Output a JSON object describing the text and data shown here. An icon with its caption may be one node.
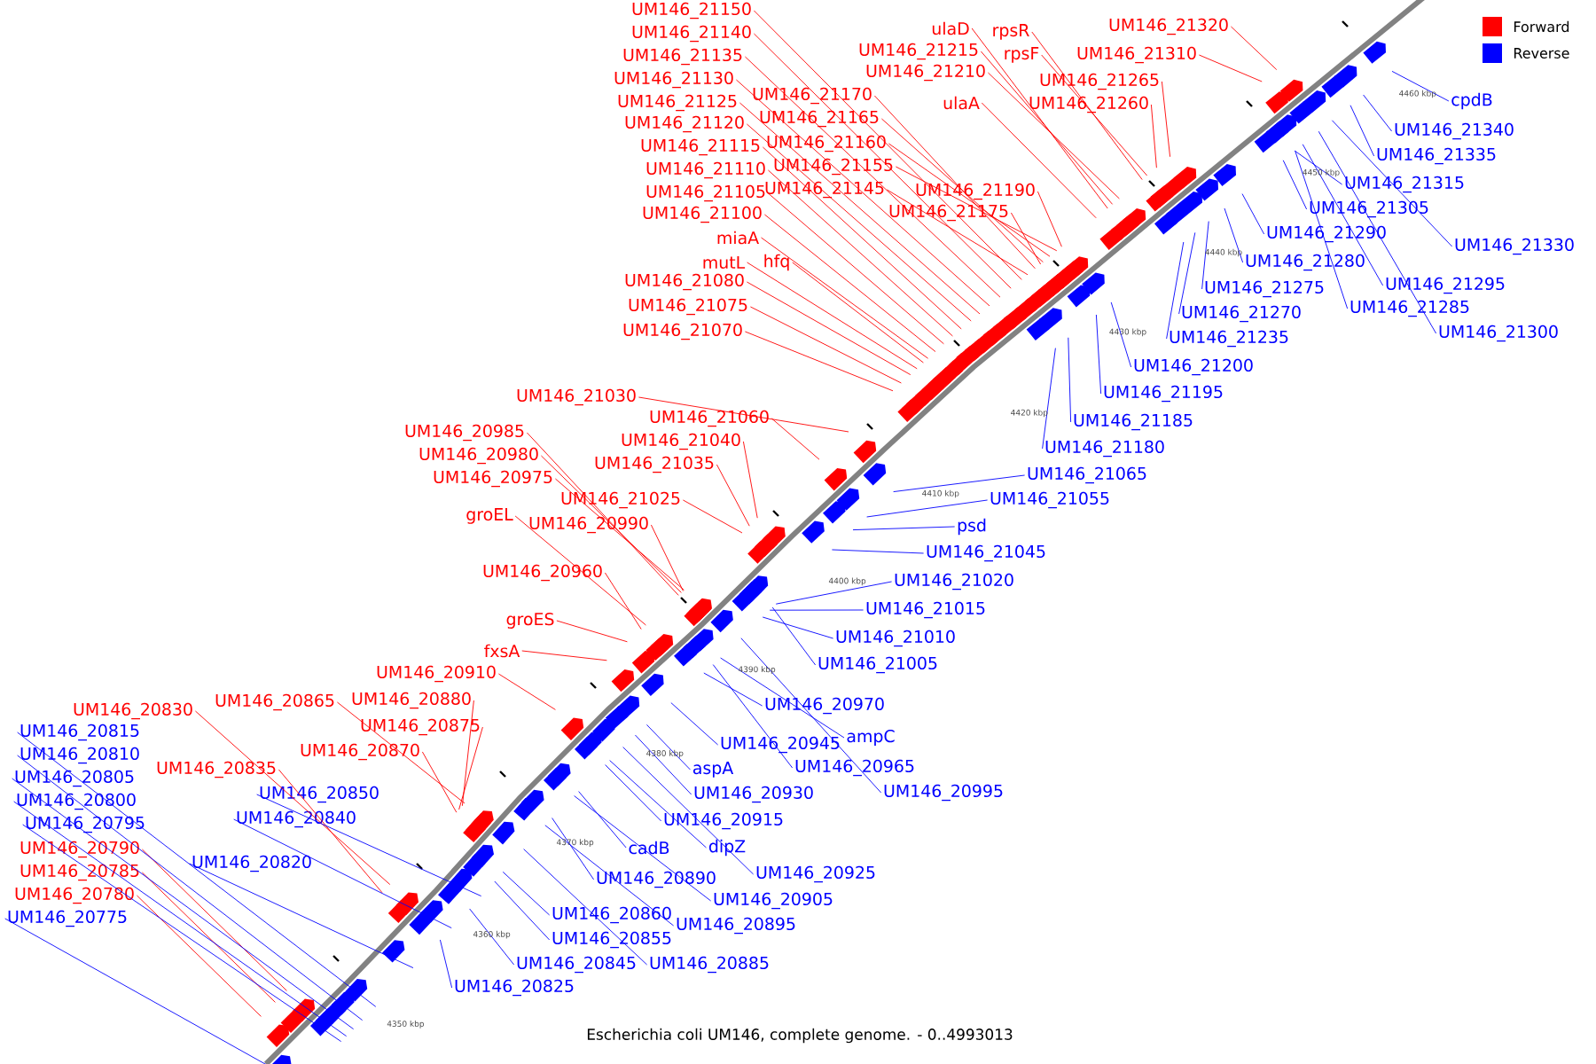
{
  "diagram": {
    "caption": "Escherichia coli UM146, complete genome. - 0..4993013",
    "nodes": [
      {
        "text": [
          "UM146_21150"
        ]
      },
      {
        "text": [
          "UM146_21140"
        ]
      },
      {
        "text": [
          "UM146_21135"
        ]
      },
      {
        "text": [
          "UM146_21130"
        ]
      },
      {
        "text": [
          "UM146_21125"
        ]
      },
      {
        "text": [
          "UM146_21120"
        ]
      },
      {
        "text": [
          "UM146_21115"
        ]
      },
      {
        "text": [
          "UM146_21110"
        ]
      },
      {
        "text": [
          "UM146_21105"
        ]
      },
      {
        "text": [
          "UM146_21100"
        ]
      },
      {
        "text": [
          "miaA"
        ]
      },
      {
        "text": [
          "mutL"
        ]
      },
      {
        "text": [
          "hfq"
        ]
      },
      {
        "text": [
          "UM146_21080"
        ]
      },
      {
        "text": [
          "UM146_21075"
        ]
      },
      {
        "text": [
          "UM146_21070"
        ]
      },
      {
        "text": [
          "UM146_21170"
        ]
      },
      {
        "text": [
          "UM146_21165"
        ]
      },
      {
        "text": [
          "UM146_21160"
        ]
      },
      {
        "text": [
          "UM146_21155"
        ]
      },
      {
        "text": [
          "UM146_21145"
        ]
      },
      {
        "text": [
          "UM146_21190"
        ]
      },
      {
        "text": [
          "UM146_21175"
        ]
      },
      {
        "text": [
          "ulaD"
        ]
      },
      {
        "text": [
          "UM146_21215"
        ]
      },
      {
        "text": [
          "UM146_21210"
        ]
      },
      {
        "text": [
          "ulaA"
        ]
      },
      {
        "text": [
          "rpsR"
        ]
      },
      {
        "text": [
          "rpsF"
        ]
      },
      {
        "text": [
          "UM146_21265"
        ]
      },
      {
        "text": [
          "UM146_21260"
        ]
      },
      {
        "text": [
          "UM146_21320"
        ]
      },
      {
        "text": [
          "UM146_21310"
        ]
      },
      {
        "text": [
          "UM146_21030"
        ]
      },
      {
        "text": [
          "UM146_21060"
        ]
      },
      {
        "text": [
          "UM146_21040"
        ]
      },
      {
        "text": [
          "UM146_21035"
        ]
      },
      {
        "text": [
          "UM146_20985"
        ]
      },
      {
        "text": [
          "UM146_20980"
        ]
      },
      {
        "text": [
          "UM146_20975"
        ]
      },
      {
        "text": [
          "UM146_21025"
        ]
      },
      {
        "text": [
          "groEL"
        ]
      },
      {
        "text": [
          "UM146_20990"
        ]
      },
      {
        "text": [
          "UM146_20960"
        ]
      },
      {
        "text": [
          "groES"
        ]
      },
      {
        "text": [
          "fxsA"
        ]
      },
      {
        "text": [
          "UM146_20910"
        ]
      },
      {
        "text": [
          "UM146_20880"
        ]
      },
      {
        "text": [
          "UM146_20865"
        ]
      },
      {
        "text": [
          "UM146_20875"
        ]
      },
      {
        "text": [
          "UM146_20870"
        ]
      },
      {
        "text": [
          "UM146_20830"
        ]
      },
      {
        "text": [
          "UM146_20835"
        ]
      },
      {
        "text": [
          "UM146_20790"
        ]
      },
      {
        "text": [
          "UM146_20785"
        ]
      },
      {
        "text": [
          "UM146_20780"
        ]
      },
      {
        "text": [
          "UM146_20815"
        ]
      },
      {
        "text": [
          "UM146_20810"
        ]
      },
      {
        "text": [
          "UM146_20805"
        ]
      },
      {
        "text": [
          "UM146_20800"
        ]
      },
      {
        "text": [
          "UM146_20795"
        ]
      },
      {
        "text": [
          "UM146_20775"
        ]
      },
      {
        "text": [
          "UM146_20850"
        ]
      },
      {
        "text": [
          "UM146_20840"
        ]
      },
      {
        "text": [
          "UM146_20820"
        ]
      },
      {
        "text": [
          "UM146_20825"
        ]
      },
      {
        "text": [
          "UM146_20845"
        ]
      },
      {
        "text": [
          "UM146_20855"
        ]
      },
      {
        "text": [
          "UM146_20860"
        ]
      },
      {
        "text": [
          "UM146_20885"
        ]
      },
      {
        "text": [
          "UM146_20895"
        ]
      },
      {
        "text": [
          "UM146_20905"
        ]
      },
      {
        "text": [
          "UM146_20890"
        ]
      },
      {
        "text": [
          "cadB"
        ]
      },
      {
        "text": [
          "UM146_20925"
        ]
      },
      {
        "text": [
          "dipZ"
        ]
      },
      {
        "text": [
          "UM146_20915"
        ]
      },
      {
        "text": [
          "UM146_20930"
        ]
      },
      {
        "text": [
          "aspA"
        ]
      },
      {
        "text": [
          "UM146_20945"
        ]
      },
      {
        "text": [
          "UM146_20965"
        ]
      },
      {
        "text": [
          "ampC"
        ]
      },
      {
        "text": [
          "UM146_20995"
        ]
      },
      {
        "text": [
          "UM146_20970"
        ]
      },
      {
        "text": [
          "UM146_21005"
        ]
      },
      {
        "text": [
          "UM146_21010"
        ]
      },
      {
        "text": [
          "UM146_21015"
        ]
      },
      {
        "text": [
          "UM146_21020"
        ]
      },
      {
        "text": [
          "UM146_21045"
        ]
      },
      {
        "text": [
          "psd"
        ]
      },
      {
        "text": [
          "UM146_21055"
        ]
      },
      {
        "text": [
          "UM146_21065"
        ]
      },
      {
        "text": [
          "UM146_21180"
        ]
      },
      {
        "text": [
          "UM146_21185"
        ]
      },
      {
        "text": [
          "UM146_21195"
        ]
      },
      {
        "text": [
          "UM146_21200"
        ]
      },
      {
        "text": [
          "UM146_21235"
        ]
      },
      {
        "text": [
          "UM146_21270"
        ]
      },
      {
        "text": [
          "UM146_21275"
        ]
      },
      {
        "text": [
          "UM146_21280"
        ]
      },
      {
        "text": [
          "UM146_21290"
        ]
      },
      {
        "text": [
          "UM146_21305"
        ]
      },
      {
        "text": [
          "UM146_21315"
        ]
      },
      {
        "text": [
          "UM146_21330"
        ]
      },
      {
        "text": [
          "UM146_21295"
        ]
      },
      {
        "text": [
          "UM146_21285"
        ]
      },
      {
        "text": [
          "UM146_21300"
        ]
      },
      {
        "text": [
          "UM146_21335"
        ]
      },
      {
        "text": [
          "UM146_21340"
        ]
      },
      {
        "text": [
          "cpdB"
        ]
      }
    ],
    "edges": [
      {
        "from": 0,
        "to": null,
        "arrow": "none",
        "color": "#ff0000"
      },
      {
        "from": 1,
        "to": null,
        "arrow": "none",
        "color": "#ff0000"
      },
      {
        "from": 2,
        "to": null,
        "arrow": "none",
        "color": "#ff0000"
      },
      {
        "from": 3,
        "to": null,
        "arrow": "none",
        "color": "#ff0000"
      },
      {
        "from": 4,
        "to": null,
        "arrow": "none",
        "color": "#ff0000"
      },
      {
        "from": 5,
        "to": null,
        "arrow": "none",
        "color": "#ff0000"
      },
      {
        "from": 6,
        "to": null,
        "arrow": "none",
        "color": "#ff0000"
      },
      {
        "from": 7,
        "to": null,
        "arrow": "none",
        "color": "#ff0000"
      },
      {
        "from": 8,
        "to": null,
        "arrow": "none",
        "color": "#ff0000"
      },
      {
        "from": 9,
        "to": null,
        "arrow": "none",
        "color": "#ff0000"
      },
      {
        "from": 10,
        "to": null,
        "arrow": "none",
        "color": "#ff0000"
      },
      {
        "from": 11,
        "to": null,
        "arrow": "none",
        "color": "#ff0000"
      },
      {
        "from": 12,
        "to": null,
        "arrow": "none",
        "color": "#ff0000"
      },
      {
        "from": 13,
        "to": null,
        "arrow": "none",
        "color": "#ff0000"
      },
      {
        "from": 14,
        "to": null,
        "arrow": "none",
        "color": "#ff0000"
      },
      {
        "from": 15,
        "to": null,
        "arrow": "none",
        "color": "#ff0000"
      },
      {
        "from": 16,
        "to": null,
        "arrow": "none",
        "color": "#ff0000"
      },
      {
        "from": 17,
        "to": null,
        "arrow": "none",
        "color": "#ff0000"
      },
      {
        "from": 18,
        "to": null,
        "arrow": "none",
        "color": "#ff0000"
      },
      {
        "from": 19,
        "to": null,
        "arrow": "none",
        "color": "#ff0000"
      },
      {
        "from": 20,
        "to": null,
        "arrow": "none",
        "color": "#ff0000"
      },
      {
        "from": 21,
        "to": null,
        "arrow": "none",
        "color": "#ff0000"
      },
      {
        "from": 22,
        "to": null,
        "arrow": "none",
        "color": "#ff0000"
      },
      {
        "from": 23,
        "to": null,
        "arrow": "none",
        "color": "#ff0000"
      },
      {
        "from": 24,
        "to": null,
        "arrow": "none",
        "color": "#ff0000"
      },
      {
        "from": 25,
        "to": null,
        "arrow": "none",
        "color": "#ff0000"
      },
      {
        "from": 26,
        "to": null,
        "arrow": "none",
        "color": "#ff0000"
      },
      {
        "from": 27,
        "to": null,
        "arrow": "none",
        "color": "#ff0000"
      },
      {
        "from": 28,
        "to": null,
        "arrow": "none",
        "color": "#ff0000"
      },
      {
        "from": 29,
        "to": null,
        "arrow": "none",
        "color": "#ff0000"
      },
      {
        "from": 30,
        "to": null,
        "arrow": "none",
        "color": "#ff0000"
      },
      {
        "from": 31,
        "to": null,
        "arrow": "none",
        "color": "#ff0000"
      },
      {
        "from": 32,
        "to": null,
        "arrow": "none",
        "color": "#ff0000"
      },
      {
        "from": 33,
        "to": null,
        "arrow": "none",
        "color": "#ff0000"
      },
      {
        "from": 34,
        "to": null,
        "arrow": "none",
        "color": "#ff0000"
      },
      {
        "from": 35,
        "to": null,
        "arrow": "none",
        "color": "#ff0000"
      },
      {
        "from": 36,
        "to": null,
        "arrow": "none",
        "color": "#ff0000"
      },
      {
        "from": 37,
        "to": null,
        "arrow": "none",
        "color": "#ff0000"
      },
      {
        "from": 38,
        "to": null,
        "arrow": "none",
        "color": "#ff0000"
      },
      {
        "from": 39,
        "to": null,
        "arrow": "none",
        "color": "#ff0000"
      },
      {
        "from": 40,
        "to": null,
        "arrow": "none",
        "color": "#ff0000"
      },
      {
        "from": 41,
        "to": null,
        "arrow": "none",
        "color": "#ff0000"
      },
      {
        "from": 42,
        "to": null,
        "arrow": "none",
        "color": "#ff0000"
      },
      {
        "from": 43,
        "to": null,
        "arrow": "none",
        "color": "#ff0000"
      },
      {
        "from": 44,
        "to": null,
        "arrow": "none",
        "color": "#ff0000"
      },
      {
        "from": 45,
        "to": null,
        "arrow": "none",
        "color": "#ff0000"
      },
      {
        "from": 46,
        "to": null,
        "arrow": "none",
        "color": "#ff0000"
      },
      {
        "from": 47,
        "to": null,
        "arrow": "none",
        "color": "#ff0000"
      },
      {
        "from": 48,
        "to": null,
        "arrow": "none",
        "color": "#ff0000"
      },
      {
        "from": 49,
        "to": null,
        "arrow": "none",
        "color": "#ff0000"
      },
      {
        "from": 50,
        "to": null,
        "arrow": "none",
        "color": "#ff0000"
      },
      {
        "from": 51,
        "to": null,
        "arrow": "none",
        "color": "#ff0000"
      },
      {
        "from": 52,
        "to": null,
        "arrow": "none",
        "color": "#ff0000"
      },
      {
        "from": 53,
        "to": null,
        "arrow": "none",
        "color": "#ff0000"
      },
      {
        "from": 54,
        "to": null,
        "arrow": "none",
        "color": "#ff0000"
      },
      {
        "from": 55,
        "to": null,
        "arrow": "none",
        "color": "#ff0000"
      },
      {
        "from": 56,
        "to": null,
        "arrow": "none",
        "color": "#0000ff"
      },
      {
        "from": 57,
        "to": null,
        "arrow": "none",
        "color": "#0000ff"
      },
      {
        "from": 58,
        "to": null,
        "arrow": "none",
        "color": "#0000ff"
      },
      {
        "from": 59,
        "to": null,
        "arrow": "none",
        "color": "#0000ff"
      },
      {
        "from": 60,
        "to": null,
        "arrow": "none",
        "color": "#0000ff"
      },
      {
        "from": 61,
        "to": null,
        "arrow": "none",
        "color": "#0000ff"
      },
      {
        "from": 62,
        "to": null,
        "arrow": "none",
        "color": "#0000ff"
      },
      {
        "from": 63,
        "to": null,
        "arrow": "none",
        "color": "#0000ff"
      },
      {
        "from": 64,
        "to": null,
        "arrow": "none",
        "color": "#0000ff"
      },
      {
        "from": 65,
        "to": null,
        "arrow": "none",
        "color": "#0000ff"
      },
      {
        "from": 66,
        "to": null,
        "arrow": "none",
        "color": "#0000ff"
      },
      {
        "from": 67,
        "to": null,
        "arrow": "none",
        "color": "#0000ff"
      },
      {
        "from": 68,
        "to": null,
        "arrow": "none",
        "color": "#0000ff"
      },
      {
        "from": 69,
        "to": null,
        "arrow": "none",
        "color": "#0000ff"
      },
      {
        "from": 70,
        "to": null,
        "arrow": "none",
        "color": "#0000ff"
      },
      {
        "from": 71,
        "to": null,
        "arrow": "none",
        "color": "#0000ff"
      },
      {
        "from": 72,
        "to": null,
        "arrow": "none",
        "color": "#0000ff"
      },
      {
        "from": 73,
        "to": null,
        "arrow": "none",
        "color": "#0000ff"
      },
      {
        "from": 74,
        "to": null,
        "arrow": "none",
        "color": "#0000ff"
      },
      {
        "from": 75,
        "to": null,
        "arrow": "none",
        "color": "#0000ff"
      },
      {
        "from": 76,
        "to": null,
        "arrow": "none",
        "color": "#0000ff"
      },
      {
        "from": 77,
        "to": null,
        "arrow": "none",
        "color": "#0000ff"
      },
      {
        "from": 78,
        "to": null,
        "arrow": "none",
        "color": "#0000ff"
      },
      {
        "from": 79,
        "to": null,
        "arrow": "none",
        "color": "#0000ff"
      },
      {
        "from": 80,
        "to": null,
        "arrow": "none",
        "color": "#0000ff"
      },
      {
        "from": 81,
        "to": null,
        "arrow": "none",
        "color": "#0000ff"
      },
      {
        "from": 82,
        "to": null,
        "arrow": "none",
        "color": "#0000ff"
      },
      {
        "from": 83,
        "to": null,
        "arrow": "none",
        "color": "#0000ff"
      },
      {
        "from": 84,
        "to": null,
        "arrow": "none",
        "color": "#0000ff"
      },
      {
        "from": 85,
        "to": null,
        "arrow": "none",
        "color": "#0000ff"
      },
      {
        "from": 86,
        "to": null,
        "arrow": "none",
        "color": "#0000ff"
      },
      {
        "from": 87,
        "to": null,
        "arrow": "none",
        "color": "#0000ff"
      },
      {
        "from": 88,
        "to": null,
        "arrow": "none",
        "color": "#0000ff"
      },
      {
        "from": 89,
        "to": null,
        "arrow": "none",
        "color": "#0000ff"
      },
      {
        "from": 90,
        "to": null,
        "arrow": "none",
        "color": "#0000ff"
      },
      {
        "from": 91,
        "to": null,
        "arrow": "none",
        "color": "#0000ff"
      },
      {
        "from": 92,
        "to": null,
        "arrow": "none",
        "color": "#0000ff"
      },
      {
        "from": 93,
        "to": null,
        "arrow": "none",
        "color": "#0000ff"
      },
      {
        "from": 94,
        "to": null,
        "arrow": "none",
        "color": "#0000ff"
      },
      {
        "from": 95,
        "to": null,
        "arrow": "none",
        "color": "#0000ff"
      },
      {
        "from": 96,
        "to": null,
        "arrow": "none",
        "color": "#0000ff"
      },
      {
        "from": 97,
        "to": null,
        "arrow": "none",
        "color": "#0000ff"
      },
      {
        "from": 98,
        "to": null,
        "arrow": "none",
        "color": "#0000ff"
      },
      {
        "from": 99,
        "to": null,
        "arrow": "none",
        "color": "#0000ff"
      },
      {
        "from": 100,
        "to": null,
        "arrow": "none",
        "color": "#0000ff"
      },
      {
        "from": 101,
        "to": null,
        "arrow": "none",
        "color": "#0000ff"
      },
      {
        "from": 102,
        "to": null,
        "arrow": "none",
        "color": "#0000ff"
      },
      {
        "from": 103,
        "to": null,
        "arrow": "none",
        "color": "#0000ff"
      },
      {
        "from": 104,
        "to": null,
        "arrow": "none",
        "color": "#0000ff"
      },
      {
        "from": 105,
        "to": null,
        "arrow": "none",
        "color": "#0000ff"
      },
      {
        "from": 106,
        "to": null,
        "arrow": "none",
        "color": "#0000ff"
      },
      {
        "from": 107,
        "to": null,
        "arrow": "none",
        "color": "#0000ff"
      },
      {
        "from": 108,
        "to": null,
        "arrow": "none",
        "color": "#0000ff"
      },
      {
        "from": 109,
        "to": null,
        "arrow": "none",
        "color": "#0000ff"
      }
    ],
    "labels": [
      "4460 kbp",
      "4450 kbp",
      "4440 kbp",
      "4430 kbp",
      "4420 kbp",
      "4410 kbp",
      "4400 kbp",
      "4390 kbp",
      "4380 kbp",
      "4370 kbp",
      "4360 kbp",
      "4350 kbp"
    ],
    "legend": [
      {
        "text": "Forward",
        "color": "#ff0000"
      },
      {
        "text": "Reverse",
        "color": "#0000ff"
      }
    ]
  }
}
